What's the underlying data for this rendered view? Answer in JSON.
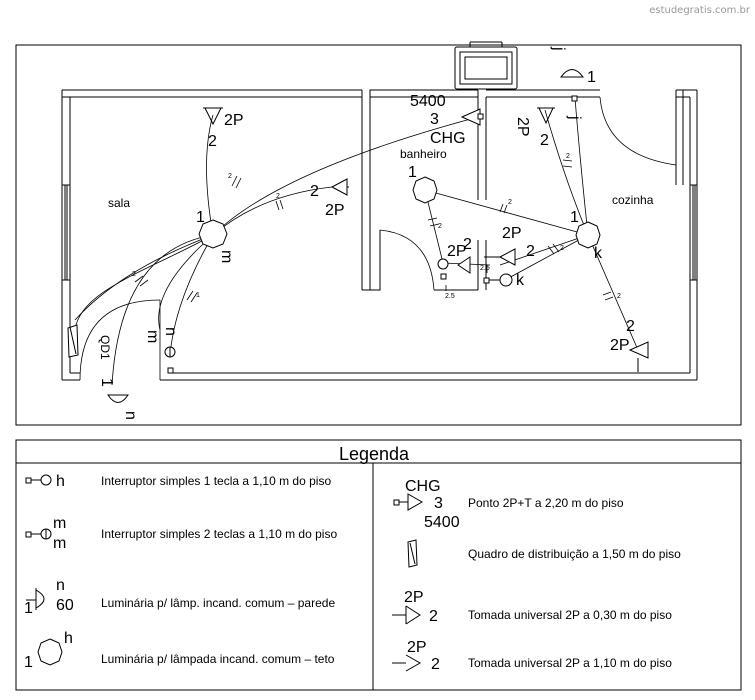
{
  "watermark": "estudegratis.com.br",
  "plan": {
    "rooms": {
      "sala": "sala",
      "banheiro": "banheiro",
      "cozinha": "cozinha"
    },
    "labels": {
      "sala_lamp_1": "1",
      "sala_lamp_m": "m",
      "sala_socket_2p": "2P",
      "sala_socket_2": "2",
      "sala_socket_mid_2": "2",
      "sala_socket_mid_2p": "2P",
      "chg_5400": "5400",
      "chg_3": "3",
      "chg_text": "CHG",
      "ban_lamp_1": "1",
      "ban_socket_2": "2",
      "ban_socket_2p": "2P",
      "ban_socket2_2": "2",
      "ban_socket2_2p": "2P",
      "coz_lamp_1": "1",
      "coz_lamp_k": "k",
      "coz_switch_k": "k",
      "coz_top_1": "1",
      "coz_top_j": "j",
      "coz_top_j2": "j",
      "coz_socket_2p": "2P",
      "coz_socket_2": "2",
      "coz_socket2_2": "2",
      "coz_socket2_2p": "2P",
      "qd1": "QD1",
      "switch_m": "m",
      "switch_n": "n",
      "wall_lamp_1": "1",
      "wall_lamp_n": "n",
      "wire_small_1": "1",
      "wire_small_2": "2",
      "wire_small_25": "2.5"
    }
  },
  "legend": {
    "title": "Legenda",
    "left": [
      {
        "symbol_label": "h",
        "text": "Interruptor simples 1 tecla a 1,10 m do piso"
      },
      {
        "symbol_label_top": "m",
        "symbol_label_bottom": "m",
        "text": "Interruptor simples 2 teclas a 1,10 m do piso"
      },
      {
        "symbol_num": "1",
        "symbol_label_top": "n",
        "symbol_label_bottom": "60",
        "text": "Luminária p/ lâmp. incand. comum – parede"
      },
      {
        "symbol_num": "1",
        "symbol_label": "h",
        "text": "Luminária p/ lâmpada incand. comum – teto"
      }
    ],
    "right": [
      {
        "symbol_label_top": "CHG",
        "symbol_num": "3",
        "symbol_label_bottom": "5400",
        "text": "Ponto  2P+T a 2,20 m do piso"
      },
      {
        "text": "Quadro de distribuição a 1,50 m do piso"
      },
      {
        "symbol_label_top": "2P",
        "symbol_num": "2",
        "text": "Tomada universal 2P a 0,30 m do piso"
      },
      {
        "symbol_label_top": "2P",
        "symbol_num": "2",
        "text": "Tomada universal 2P a 1,10 m do piso"
      }
    ]
  }
}
